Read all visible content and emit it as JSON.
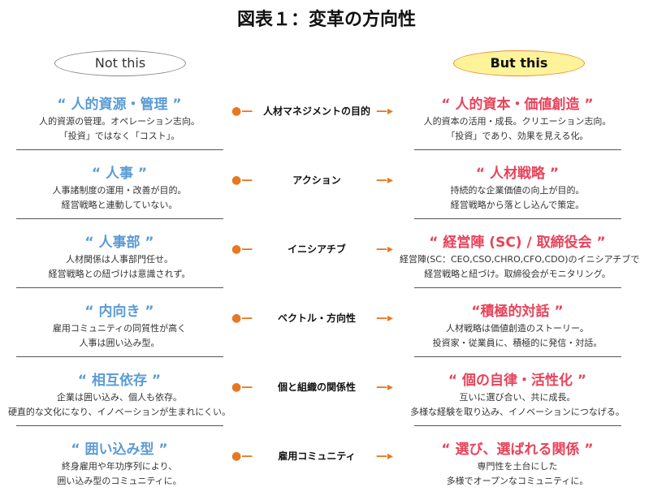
{
  "title": "図表１：変革の方向性",
  "not_label": "Not this",
  "but_label": "But this",
  "colors": {
    "left": "#5b9bd5",
    "right": "#e8435a",
    "arrow": "#e87722",
    "but_fill": "#fff39a"
  },
  "rows": [
    {
      "left_title": "“ 人的資源・管理 ”",
      "left_desc": [
        "人的資源の管理。オペレーション志向。",
        "「投資」ではなく「コスト」。"
      ],
      "mid": "人材マネジメントの目的",
      "right_title": "“ 人的資本・価値創造 ”",
      "right_desc": [
        "人的資本の活用・成長。クリエーション志向。",
        "「投資」であり、効果を見える化。"
      ]
    },
    {
      "left_title": "“ 人事 ”",
      "left_desc": [
        "人事諸制度の運用・改善が目的。",
        "経営戦略と連動していない。"
      ],
      "mid": "アクション",
      "right_title": "“ 人材戦略 ”",
      "right_desc": [
        "持続的な企業価値の向上が目的。",
        "経営戦略から落とし込んで策定。"
      ]
    },
    {
      "left_title": "“ 人事部 ”",
      "left_desc": [
        "人材関係は人事部門任せ。",
        "経営戦略との紐づけは意識されず。"
      ],
      "mid": "イニシアチブ",
      "right_title": "“ 経営陣 (SC) / 取締役会 ”",
      "right_desc": [
        "経営陣(SC：CEO,CSO,CHRO,CFO,CDO)のイニシアチブで",
        "経営戦略と紐づけ。取締役会がモニタリング。"
      ]
    },
    {
      "left_title": "“ 内向き ”",
      "left_desc": [
        "雇用コミュニティの同質性が高く",
        "人事は囲い込み型。"
      ],
      "mid": "ベクトル・方向性",
      "right_title": "“積極的対話 ”",
      "right_desc": [
        "人材戦略は価値創造のストーリー。",
        "投資家・従業員に、積極的に発信・対話。"
      ]
    },
    {
      "left_title": "“ 相互依存 ”",
      "left_desc": [
        "企業は囲い込み、個人も依存。",
        "硬直的な文化になり、イノベーションが生まれにくい。"
      ],
      "mid": "個と組織の関係性",
      "right_title": "“ 個の自律・活性化 ”",
      "right_desc": [
        "互いに選び合い、共に成長。",
        "多様な経験を取り込み、イノベーションにつなげる。"
      ]
    },
    {
      "left_title": "“ 囲い込み型 ”",
      "left_desc": [
        "終身雇用や年功序列により、",
        "囲い込み型のコミュニティに。"
      ],
      "mid": "雇用コミュニティ",
      "right_title": "“ 選び、選ばれる関係 ”",
      "right_desc": [
        "専門性を土台にした",
        "多様でオープンなコミュニティに。"
      ]
    }
  ]
}
